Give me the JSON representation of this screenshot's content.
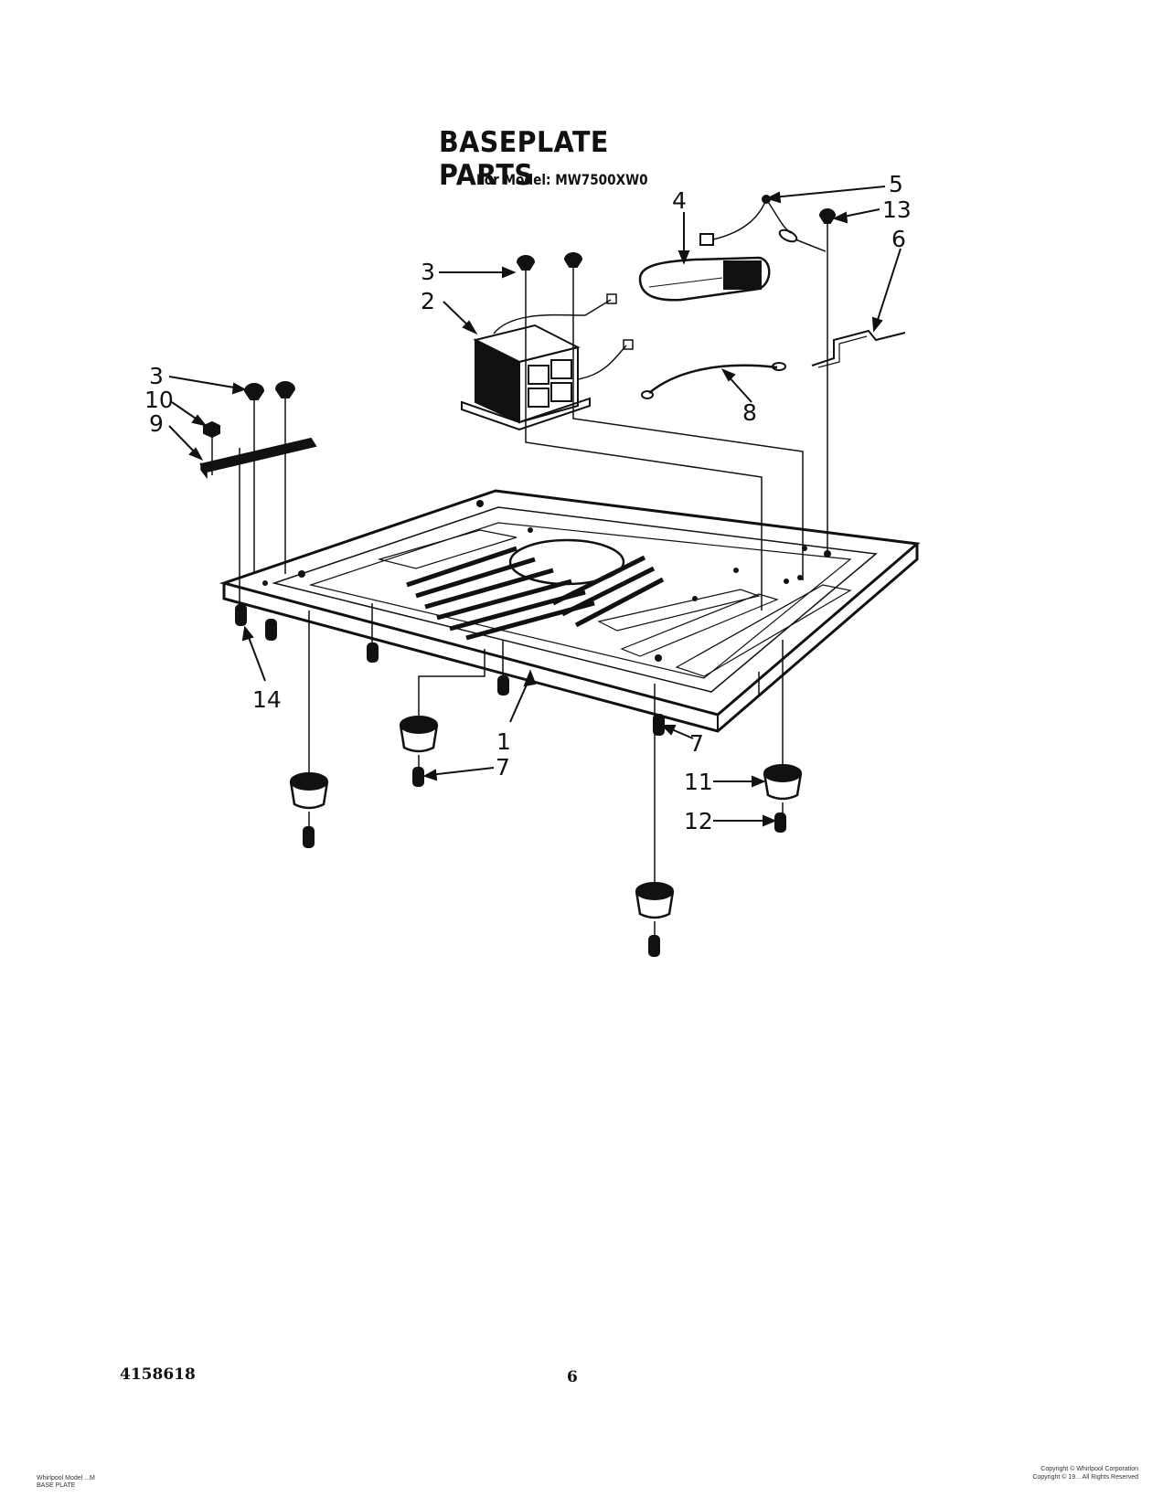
{
  "header": {
    "title": "BASEPLATE PARTS",
    "subtitle": "For Model: MW7500XW0"
  },
  "callouts": {
    "c1": "1",
    "c2": "2",
    "c3a": "3",
    "c3b": "3",
    "c4": "4",
    "c5": "5",
    "c6": "6",
    "c7a": "7",
    "c7b": "7",
    "c8": "8",
    "c9": "9",
    "c10": "10",
    "c11": "11",
    "c12": "12",
    "c13": "13",
    "c14": "14"
  },
  "footer": {
    "part_number": "4158618",
    "page_number": "6",
    "fine_print_left_1": "Whirlpool Model ...M",
    "fine_print_left_2": "BASE PLATE",
    "fine_print_right_1": "Copyright © Whirlpool Corporation",
    "fine_print_right_2": "Copyright © 19... All Rights Reserved"
  },
  "colors": {
    "ink": "#111111",
    "paper": "#ffffff"
  }
}
